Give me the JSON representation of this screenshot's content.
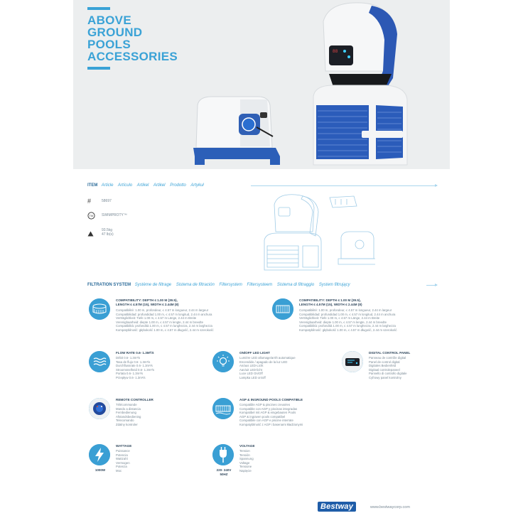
{
  "hero": {
    "title_lines": [
      "ABOVE",
      "GROUND",
      "POOLS",
      "ACCESSORIES"
    ]
  },
  "item": {
    "title": "ITEM",
    "translations": [
      "Article",
      "Artículo",
      "Artikel",
      "Artikel",
      "Prodotto",
      "Artykuł"
    ],
    "specs": [
      {
        "icon": "hash-icon",
        "symbol": "#",
        "lines": [
          "58697"
        ]
      },
      {
        "icon": "brand-logo",
        "symbol": "TM",
        "lines": [
          "SWIMPROTY™"
        ]
      },
      {
        "icon": "weight-icon",
        "symbol": "▲",
        "lines": [
          "93.5kg",
          "47 lb(s)"
        ]
      }
    ]
  },
  "filtration": {
    "title": "FILTRATION SYSTEM",
    "translations": [
      "Système de filtrage",
      "Sistema de filtración",
      "Filtersystem",
      "Filtersysteem",
      "Sistema di filtraggio",
      "System filtrujący"
    ]
  },
  "features": [
    {
      "id": "compat-round",
      "icon": "round-pool-icon",
      "head": [
        "COMPATIBILITY: DEPTH ≤ 1.00 M (39.5),",
        "LENGTH ≤ 4.57M (15), WIDTH ≤ 2.44M (8)"
      ],
      "lines": [
        "Compatibilité: 1.00 m, profondeur, ≤ 4.57 m longueur, 2.44 m largeur",
        "Compatibilidad: profundidad 1.00 m, ≤ 4.57 m longitud, 2.44 m anchura",
        "Verträglichkeit: Tiefe 1.00 m, ≤ 4.57 m Länge, 2.44 m Breite",
        "Verenigbaarheid: diepte 1.00 m, ≤ 4.57 m lengte, 2.44 m breedte",
        "Compatibilità: profondità 1.00 m, ≤ 4.57 m lunghezza, 2.44 m larghezza",
        "Kompatybilność: głębokość 1.00 m, ≤ 4.57 m długość, 2.44 m szerokość"
      ]
    },
    {
      "id": "compat-rect",
      "icon": "rect-pool-icon",
      "head": [
        "COMPATIBILITY: DEPTH ≤ 1.00 M (39.5),",
        "LENGTH ≤ 4.57M (15), WIDTH ≤ 2.44M (8)"
      ],
      "lines": [
        "Compatibilité: 1.00 m, profondeur, ≤ 4.57 m longueur, 2.44 m largeur",
        "Compatibilidad: profundidad 1.00 m, ≤ 4.57 m longitud, 2.44 m anchura",
        "Verträglichkeit: Tiefe 1.00 m, ≤ 4.57 m Länge, 2.44 m Breite",
        "Verenigbaarheid: diepte 1.00 m, ≤ 4.57 m lengte, 2.44 m breedte",
        "Compatibilità: profondità 1.00 m, ≤ 4.57 m lunghezza, 2.44 m larghezza",
        "Kompatybilność: głębokość 1.00 m, ≤ 4.57 m długość, 2.44 m szerokość"
      ]
    },
    {
      "id": "flow",
      "icon": "water-flow-icon",
      "head": [
        "FLOW RATE 0.6- 1.3M³/S"
      ],
      "lines": [
        "Débit 0.6- 1.3m³/s",
        "Tasa de flujo 0.6- 1.3m³/s",
        "Durchflussrate 0.6- 1.3m³/s",
        "Stroomsnelheid 0.6- 1.3m³/s",
        "Portata 0.6- 1.3m³/s",
        "Przepływ 0.6- 1.3m³/s"
      ]
    },
    {
      "id": "led",
      "icon": "light-bulb-icon",
      "head": [
        "ON/OFF LED LIGHT"
      ],
      "lines": [
        "Lumière LED allumage/arrêt automatique",
        "Encendido / apagado de la luz LED",
        "An/aus LED-Licht",
        "Aan/uit LED-licht",
        "Luce LED On/Off",
        "Lampka LED on/off"
      ]
    },
    {
      "id": "panel",
      "icon": "control-panel-icon",
      "head": [
        "DIGITAL CONTROL PANEL"
      ],
      "lines": [
        "Panneau de contrôle digital",
        "Panel de control digital",
        "Digitales Bedienfeld",
        "Digitaal controlepaneel",
        "Pannello di controllo digitale",
        "Cyfrowy panel kontrolny"
      ]
    },
    {
      "id": "remote",
      "icon": "remote-control-icon",
      "head": [
        "REMOTE CONTROLLER"
      ],
      "lines": [
        "Télécommande",
        "Mando a distancia",
        "Fernbedienung",
        "Afstandsbediening",
        "Telecomando",
        "Zdalny kontroler"
      ]
    },
    {
      "id": "agp",
      "icon": "inground-pool-icon",
      "head": [
        "AGP & INGROUND POOLS COMPATIBLE"
      ],
      "lines": [
        "Compatible AGP & piscines creusées",
        "Compatible con AGP y piscinas integradas",
        "Kompatibel mit AGP & eingebauten Pools",
        "AGP & ingraven pools compatibel",
        "Compatibile con AGP e piscine interrate",
        "Kompatybilność z AGP i basenami kładzionymi"
      ]
    },
    {
      "id": "wattage",
      "icon": "lightning-icon",
      "head": [
        "WATTAGE"
      ],
      "lines": [
        "Puissance",
        "Potencia",
        "Wattzahl",
        "Vermogen",
        "Potenza",
        "Moc"
      ],
      "under": [
        "1000W"
      ]
    },
    {
      "id": "voltage",
      "icon": "plug-icon",
      "head": [
        "VOLTAGE"
      ],
      "lines": [
        "Tension",
        "Tensión",
        "Spannung",
        "Voltage",
        "Tensione",
        "Napięcie"
      ],
      "under": [
        "220- 240V",
        "50HZ"
      ]
    }
  ],
  "footer": {
    "brand": "Bestway",
    "url": "www.bestwaycorp.com"
  }
}
